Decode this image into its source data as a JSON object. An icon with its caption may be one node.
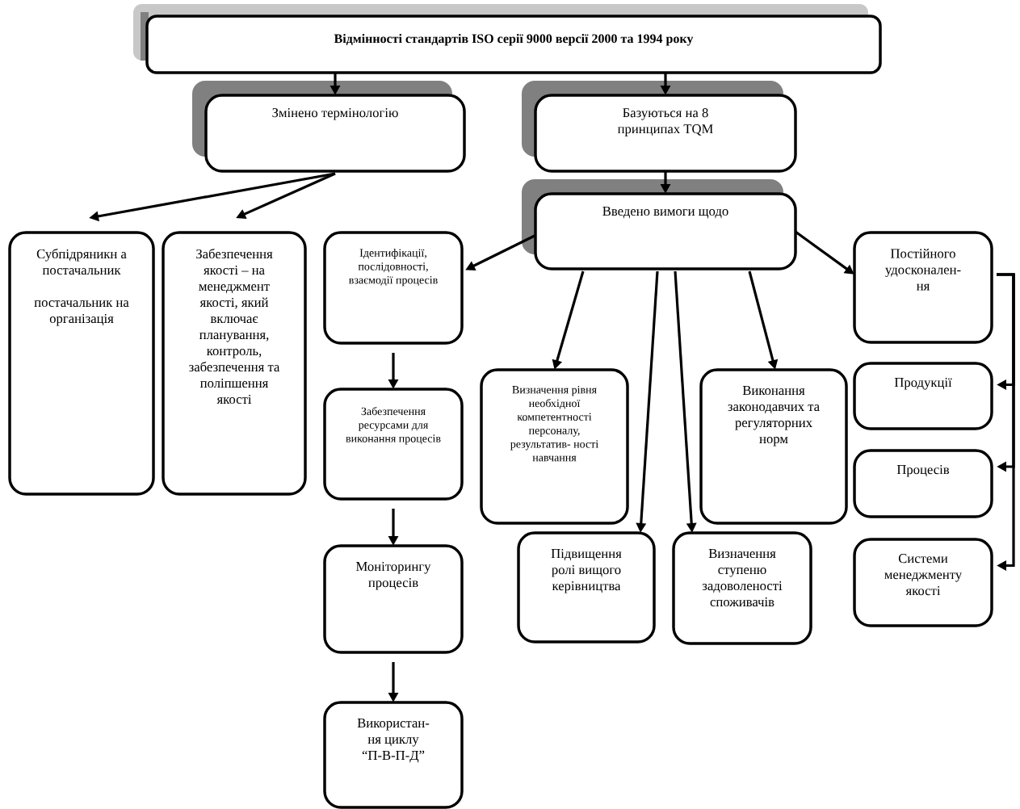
{
  "diagram": {
    "nodes": [
      {
        "text": [
          "Відмінності стандартів ISO серії 9000 версії 2000 та 1994 року"
        ]
      },
      {
        "text": [
          "Змінено термінологію"
        ]
      },
      {
        "text": [
          "Базуються на 8 принципах TQM"
        ]
      },
      {
        "text": [
          "Введено вимоги щодо"
        ]
      },
      {
        "text": [
          "Субпідряникн а постачальник",
          "постачальник на організація"
        ]
      },
      {
        "text": [
          "Забезпечення якості – на менеджмент якості, який включає планування, контроль, забезпечення та поліпшення якості"
        ]
      },
      {
        "text": [
          "Ідентифікації, послідовності, взаємодії процесів"
        ]
      },
      {
        "text": [
          "Забезпечення ресурсами для виконання процесів"
        ]
      },
      {
        "text": [
          "Моніторингу процесів"
        ]
      },
      {
        "text": [
          "Використан- ня циклу “П-В-П-Д”"
        ]
      },
      {
        "text": [
          "Визначення рівня необхідної компетентності персоналу, результатив- ності навчання"
        ]
      },
      {
        "text": [
          "Підвищення ролі вищого керівництва"
        ]
      },
      {
        "text": [
          "Визначення ступеню задоволеності споживачів"
        ]
      },
      {
        "text": [
          "Виконання законодавчих та регуляторних норм"
        ]
      },
      {
        "text": [
          "Постійного удосконален- ня"
        ]
      },
      {
        "text": [
          "Продукції"
        ]
      },
      {
        "text": [
          "Процесів"
        ]
      },
      {
        "text": [
          "Системи менеджменту якості"
        ]
      }
    ],
    "edges": [
      {
        "from": 0,
        "to": 1,
        "arrow": "to"
      },
      {
        "from": 0,
        "to": 2,
        "arrow": "to"
      },
      {
        "from": 2,
        "to": 3,
        "arrow": "to"
      },
      {
        "from": 1,
        "to": 4,
        "arrow": "to"
      },
      {
        "from": 1,
        "to": 5,
        "arrow": "to"
      },
      {
        "from": 3,
        "to": 6,
        "arrow": "to"
      },
      {
        "from": 3,
        "to": 10,
        "arrow": "to"
      },
      {
        "from": 3,
        "to": 11,
        "arrow": "to"
      },
      {
        "from": 3,
        "to": 12,
        "arrow": "to"
      },
      {
        "from": 3,
        "to": 13,
        "arrow": "to"
      },
      {
        "from": 3,
        "to": 14,
        "arrow": "to"
      },
      {
        "from": 6,
        "to": 7,
        "arrow": "to"
      },
      {
        "from": 7,
        "to": 8,
        "arrow": "to"
      },
      {
        "from": 8,
        "to": 9,
        "arrow": "to"
      },
      {
        "from": 14,
        "to": 15,
        "arrow": "to"
      },
      {
        "from": 14,
        "to": 16,
        "arrow": "to"
      },
      {
        "from": 14,
        "to": 17,
        "arrow": "to"
      }
    ]
  }
}
